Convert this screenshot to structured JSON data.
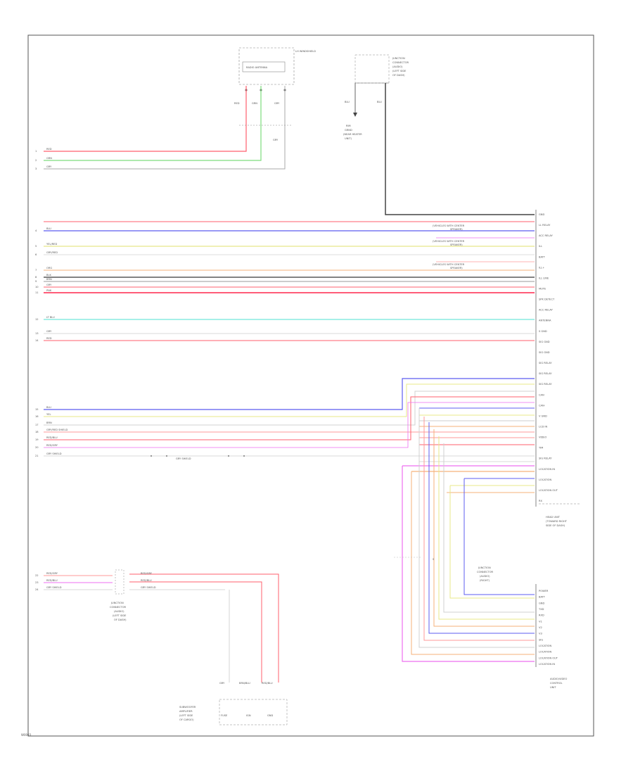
{
  "page": {
    "footer_code": "W0003"
  },
  "colors": {
    "red": "#ff5f6d",
    "green": "#7ddc7d",
    "gray": "#bdbdbd",
    "blue": "#5c5cf0",
    "yellow": "#e8e88a",
    "orange": "#f5b27a",
    "dark": "#707070",
    "cyan": "#4fe0d0",
    "magenta": "#ee6ff0",
    "black": "#444444"
  },
  "components": {
    "radio_antenna": {
      "title": "RADIO ANTENNA",
      "subtitle": "LH WINDSHIELD",
      "wires": [
        "RED",
        "GRN",
        "GRY"
      ]
    },
    "junction_top": {
      "label": "JUNCTION CONNECTOR (AUDIO) (LEFT SIDE OF DASH)",
      "left_wire": "BLU",
      "right_wire": "BLU",
      "ground_label": "RIM GRND (NEAR HEATER UNIT)"
    },
    "head_unit": {
      "title": "HEAD UNIT (TOWARD RIGHT SIDE OF DASH)"
    },
    "tweeter_label": "(VEHICLES WITH CENTER SPEAKER)",
    "junction_lower_left": {
      "label": "JUNCTION CONNECTOR (AUDIO) (LEFT SIDE OF DASH)"
    },
    "junction_lower_right": {
      "label": "JUNCTION CONNECTOR (AUDIO) (RIGHT)"
    },
    "control_unit": {
      "title": "AUDIO/VIDEO CONTROL UNIT"
    },
    "amplifier": {
      "title": "SUBWOOFER AMPLIFIER (LEFT SIDE OF CARGO)",
      "wires": [
        "GRY",
        "BRN/BLU",
        "RED/BLU"
      ],
      "pins": [
        "FUSE",
        "IGN",
        "GND"
      ]
    }
  },
  "wires_left": [
    {
      "num": "1",
      "label": "RED"
    },
    {
      "num": "2",
      "label": "GRN"
    },
    {
      "num": "3",
      "label": "GRY"
    }
  ],
  "wires_head_left": [
    {
      "num": "4",
      "label": "BLU"
    },
    {
      "num": "5",
      "label": "YEL/RED"
    },
    {
      "num": "6",
      "label": "GRY/RED"
    },
    {
      "num": "7",
      "label": "ORG"
    },
    {
      "num": "8",
      "label": "BLK"
    },
    {
      "num": "9",
      "label": "BRN"
    },
    {
      "num": "10",
      "label": "GRY"
    },
    {
      "num": "11",
      "label": "PNK"
    },
    {
      "num": "12",
      "label": "LT BLU"
    },
    {
      "num": "13",
      "label": "GRY"
    },
    {
      "num": "14",
      "label": "RED"
    }
  ],
  "wires_control_left": [
    {
      "num": "15",
      "label": "BLU"
    },
    {
      "num": "16",
      "label": "YEL"
    },
    {
      "num": "17",
      "label": "BRN"
    },
    {
      "num": "18",
      "label": "GRY/RED SHIELD"
    },
    {
      "num": "19",
      "label": "RED/BLU"
    },
    {
      "num": "20",
      "label": "RED/GRY"
    },
    {
      "num": "21",
      "label": "GRY SHIELD"
    }
  ],
  "wires_lower_left": [
    {
      "num": "22",
      "label": "RED/GRY"
    },
    {
      "num": "23",
      "label": "RED/BLU"
    },
    {
      "num": "24",
      "label": "GRY SHIELD"
    }
  ],
  "head_pins": [
    "GND",
    "LL RELAY",
    "ACC RELAY",
    "ILL",
    "BATT",
    "ILL+",
    "ILL LINE",
    "MUTE",
    "SPK DETECT",
    "ACC RELAY",
    "ANTENNA",
    "S GND",
    "SIG GND",
    "SIG GND",
    "SIG RELAY",
    "SIG RELAY",
    "SIG RELAY",
    "CAN",
    "CAN-",
    "V GND",
    "LCD IN",
    "VIDEO",
    "TIM",
    "SIG RELAY",
    "LOCATION IN",
    "LOCATION",
    "LOCATION OUT",
    "RX"
  ],
  "control_pins": [
    "POWER",
    "BATT",
    "GND",
    "TXD",
    "RXD",
    "V1",
    "V2",
    "V3",
    "SIG",
    "LOCATION",
    "LOCATION",
    "LOCATION OUT",
    "LOCATION IN"
  ]
}
